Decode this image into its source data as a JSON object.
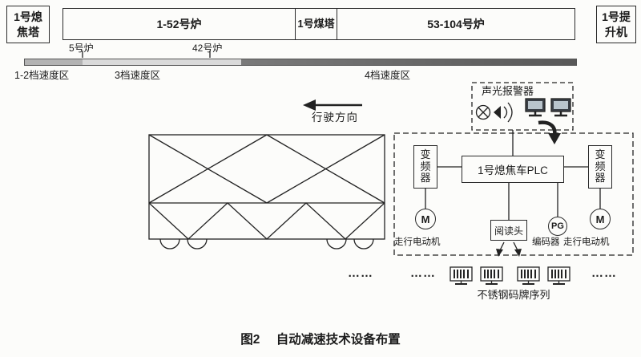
{
  "top": {
    "tower": "1号熄焦塔",
    "furnace_a": "1-52号炉",
    "coal_tower": "1号煤塔",
    "furnace_b": "53-104号炉",
    "hoist": "1号提升机"
  },
  "bar": {
    "label_5": "5号炉",
    "label_42": "42号炉",
    "zone12": "1-2档速度区",
    "zone3": "3档速度区",
    "zone4": "4档速度区",
    "colors": {
      "zone12": "#b3b3b3",
      "zone3": "#dadada",
      "zone4": "#616161"
    }
  },
  "direction": {
    "label": "行驶方向"
  },
  "equip": {
    "alarm": "声光报警器",
    "vfd": "变频器",
    "plc": "1号熄焦车PLC",
    "m": "M",
    "pg": "PG",
    "reader": "阅读头",
    "motor_label": "走行电动机",
    "encoder_label": "编码器"
  },
  "barcode": {
    "dots": "……",
    "label": "不锈钢码牌序列"
  },
  "caption": {
    "fig": "图2",
    "text": "自动减速技术设备布置"
  },
  "icons": {
    "alarm_light": "circle-with-x",
    "speaker": "horn-with-sound-waves",
    "monitor": "display-screen",
    "down_arrow": "bold-curved-down-arrow",
    "direction_arrow": "left-arrow",
    "barcode_plate": "striped-code-plate",
    "wheel": "semicircle-wheel"
  }
}
